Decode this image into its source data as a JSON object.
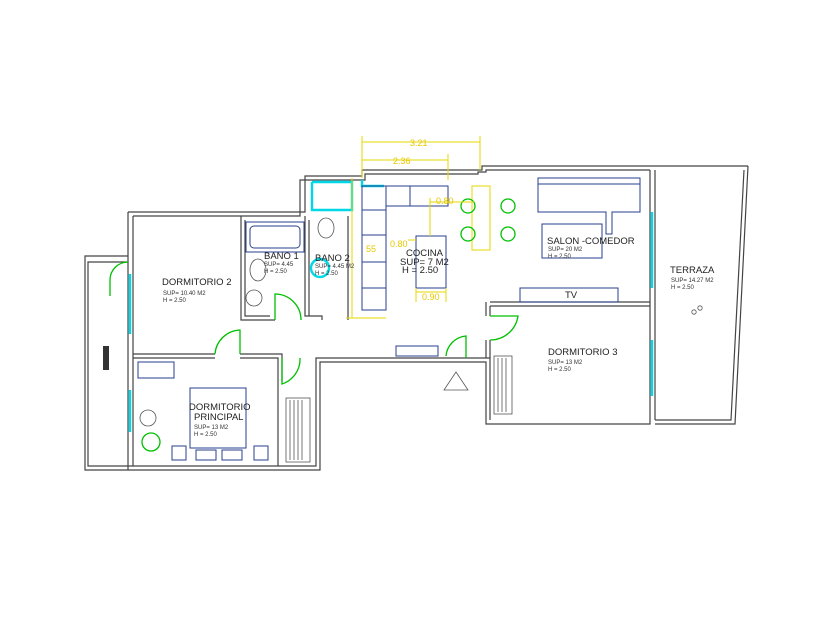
{
  "rooms": {
    "dormitorio2": {
      "name": "DORMITORIO 2",
      "sup": "SUP= 10.40 M2",
      "h": "H = 2.50"
    },
    "bano1": {
      "name": "BANO 1",
      "sup": "SUP= 4.45",
      "h": "H = 2.50"
    },
    "bano2": {
      "name": "BANO 2",
      "sup": "SUP= 4.45 M2",
      "h": "H = 2.50"
    },
    "cocina": {
      "name": "COCINA",
      "sup": "SUP= 7 M2",
      "h": "H = 2.50"
    },
    "salon": {
      "name": "SALON -COMEDOR",
      "sup": "SUP= 20 M2",
      "h": "H = 2.50"
    },
    "terraza": {
      "name": "TERRAZA",
      "sup": "SUP= 14.27 M2",
      "h": "H = 2.50"
    },
    "dormitorio3": {
      "name": "DORMITORIO 3",
      "sup": "SUP= 13 M2",
      "h": "H = 2.50"
    },
    "principal": {
      "name_line1": "DORMITORIO",
      "name_line2": "PRINCIPAL",
      "sup": "SUP= 13 M2",
      "h": "H = 2.50"
    }
  },
  "dimensions": {
    "total_width": "3.21",
    "inner_width": "2.36",
    "d1": "0.80",
    "d2": "0.80",
    "d3": "0.90",
    "d4": "55"
  },
  "labels": {
    "tv": "TV"
  }
}
